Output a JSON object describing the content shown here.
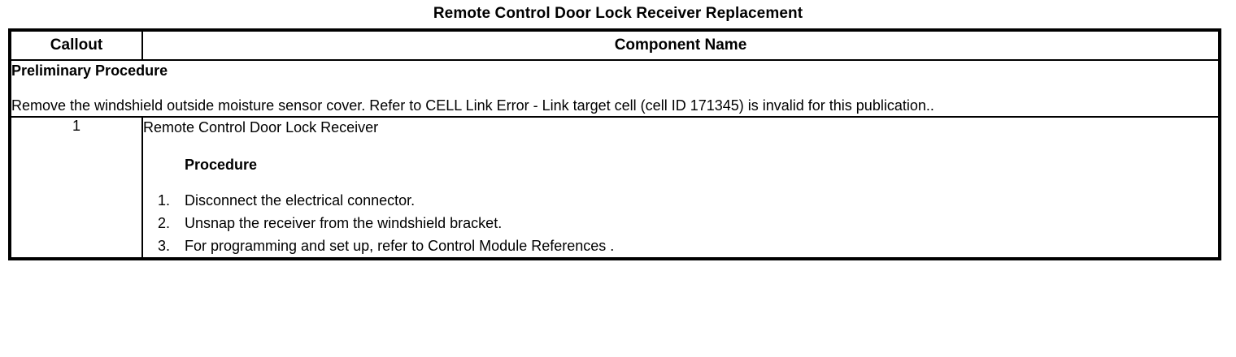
{
  "document": {
    "title": "Remote Control Door Lock Receiver Replacement"
  },
  "table": {
    "headers": {
      "callout": "Callout",
      "component_name": "Component Name"
    },
    "preliminary": {
      "heading": "Preliminary Procedure",
      "body": "Remove the windshield outside moisture sensor cover. Refer to CELL Link Error - Link target cell (cell ID 171345) is invalid for this publication.."
    },
    "rows": [
      {
        "callout": "1",
        "component_name": "Remote Control Door Lock Receiver",
        "procedure_heading": "Procedure",
        "steps": [
          {
            "num": "1.",
            "text": "Disconnect the electrical connector."
          },
          {
            "num": "2.",
            "text": "Unsnap the receiver from the windshield bracket."
          },
          {
            "num": "3.",
            "text": "For programming and set up, refer to Control Module References ."
          }
        ]
      }
    ]
  }
}
